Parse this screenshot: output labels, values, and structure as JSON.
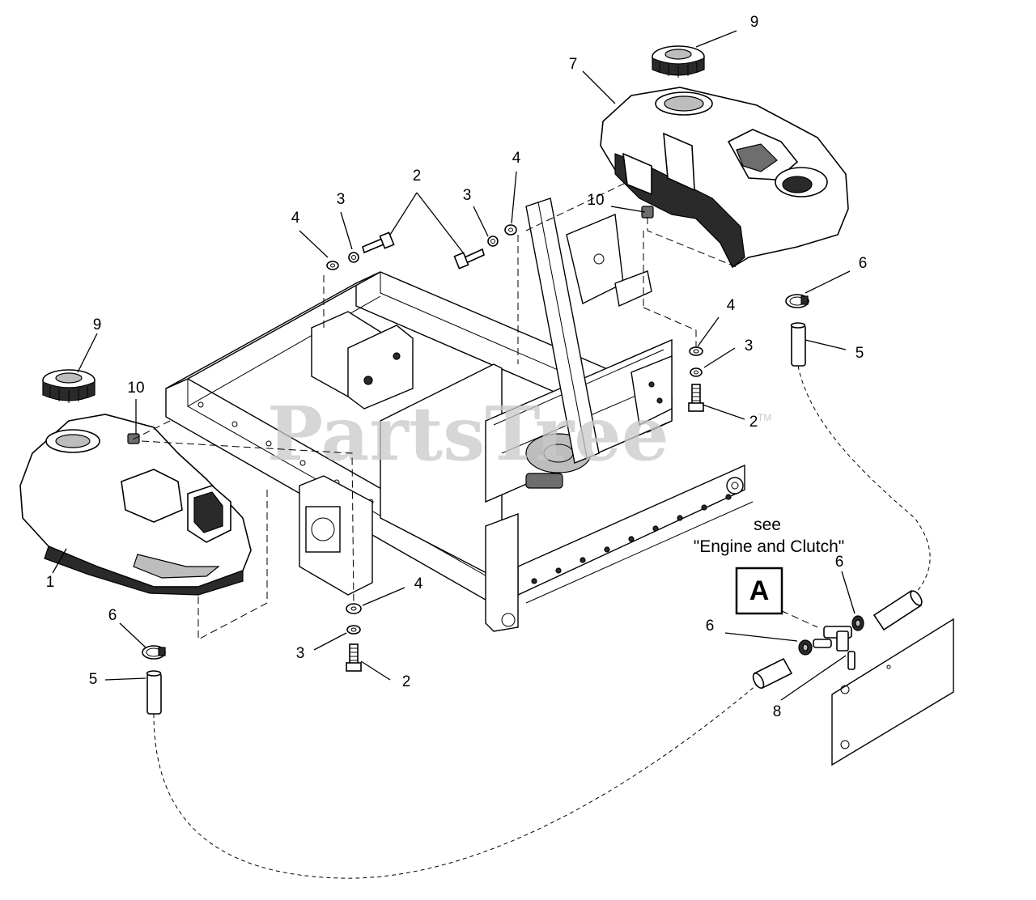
{
  "watermark": {
    "text": "PartsTree",
    "trademark": "TM"
  },
  "reference_note": {
    "line1": "see",
    "line2": "\"Engine and Clutch\""
  },
  "reference_box": {
    "letter": "A"
  },
  "callouts": [
    {
      "id": "c-9-top",
      "label": "9"
    },
    {
      "id": "c-7",
      "label": "7"
    },
    {
      "id": "c-10-top",
      "label": "10"
    },
    {
      "id": "c-2-top",
      "label": "2"
    },
    {
      "id": "c-3-top-left",
      "label": "3"
    },
    {
      "id": "c-4-top-left",
      "label": "4"
    },
    {
      "id": "c-3-top-right",
      "label": "3"
    },
    {
      "id": "c-4-top-right",
      "label": "4"
    },
    {
      "id": "c-6-top",
      "label": "6"
    },
    {
      "id": "c-5-top",
      "label": "5"
    },
    {
      "id": "c-4-right",
      "label": "4"
    },
    {
      "id": "c-3-right",
      "label": "3"
    },
    {
      "id": "c-2-right",
      "label": "2"
    },
    {
      "id": "c-9-left",
      "label": "9"
    },
    {
      "id": "c-10-left",
      "label": "10"
    },
    {
      "id": "c-1",
      "label": "1"
    },
    {
      "id": "c-6-left",
      "label": "6"
    },
    {
      "id": "c-5-left",
      "label": "5"
    },
    {
      "id": "c-4-bottom",
      "label": "4"
    },
    {
      "id": "c-3-bottom",
      "label": "3"
    },
    {
      "id": "c-2-bottom",
      "label": "2"
    },
    {
      "id": "c-6-valve-top",
      "label": "6"
    },
    {
      "id": "c-6-valve-left",
      "label": "6"
    },
    {
      "id": "c-8",
      "label": "8"
    }
  ]
}
